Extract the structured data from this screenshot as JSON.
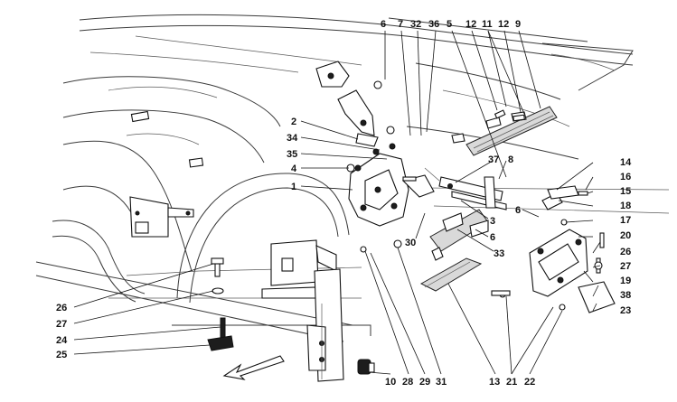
{
  "diagram": {
    "callouts": [
      {
        "id": "c1",
        "text": "1"
      },
      {
        "id": "c2",
        "text": "2"
      },
      {
        "id": "c3",
        "text": "3"
      },
      {
        "id": "c4",
        "text": "4"
      },
      {
        "id": "c5",
        "text": "5"
      },
      {
        "id": "c6a",
        "text": "6"
      },
      {
        "id": "c6b",
        "text": "6"
      },
      {
        "id": "c6c",
        "text": "6"
      },
      {
        "id": "c7",
        "text": "7"
      },
      {
        "id": "c8",
        "text": "8"
      },
      {
        "id": "c9",
        "text": "9"
      },
      {
        "id": "c10",
        "text": "10"
      },
      {
        "id": "c11",
        "text": "11"
      },
      {
        "id": "c12a",
        "text": "12"
      },
      {
        "id": "c12b",
        "text": "12"
      },
      {
        "id": "c13",
        "text": "13"
      },
      {
        "id": "c14",
        "text": "14"
      },
      {
        "id": "c15",
        "text": "15"
      },
      {
        "id": "c16",
        "text": "16"
      },
      {
        "id": "c17",
        "text": "17"
      },
      {
        "id": "c18",
        "text": "18"
      },
      {
        "id": "c19",
        "text": "19"
      },
      {
        "id": "c20",
        "text": "20"
      },
      {
        "id": "c21",
        "text": "21"
      },
      {
        "id": "c22",
        "text": "22"
      },
      {
        "id": "c23",
        "text": "23"
      },
      {
        "id": "c24",
        "text": "24"
      },
      {
        "id": "c25",
        "text": "25"
      },
      {
        "id": "c26a",
        "text": "26"
      },
      {
        "id": "c26b",
        "text": "26"
      },
      {
        "id": "c27a",
        "text": "27"
      },
      {
        "id": "c27b",
        "text": "27"
      },
      {
        "id": "c28",
        "text": "28"
      },
      {
        "id": "c29",
        "text": "29"
      },
      {
        "id": "c30",
        "text": "30"
      },
      {
        "id": "c31",
        "text": "31"
      },
      {
        "id": "c32",
        "text": "32"
      },
      {
        "id": "c33",
        "text": "33"
      },
      {
        "id": "c34",
        "text": "34"
      },
      {
        "id": "c35",
        "text": "35"
      },
      {
        "id": "c36",
        "text": "36"
      },
      {
        "id": "c37",
        "text": "37"
      },
      {
        "id": "c38",
        "text": "38"
      }
    ]
  }
}
